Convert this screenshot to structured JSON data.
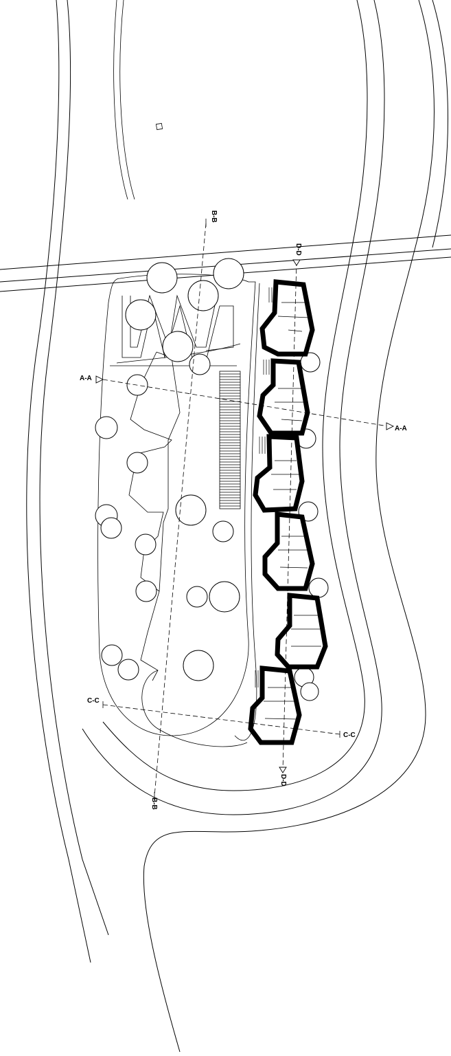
{
  "sections": {
    "aa_left": "A-A",
    "aa_right": "A-A",
    "bb_top": "B-B",
    "bb_bottom": "B-B",
    "cc_left": "C-C",
    "cc_right": "C-C",
    "dd_top": "D-D",
    "dd_bottom": "D-D"
  }
}
